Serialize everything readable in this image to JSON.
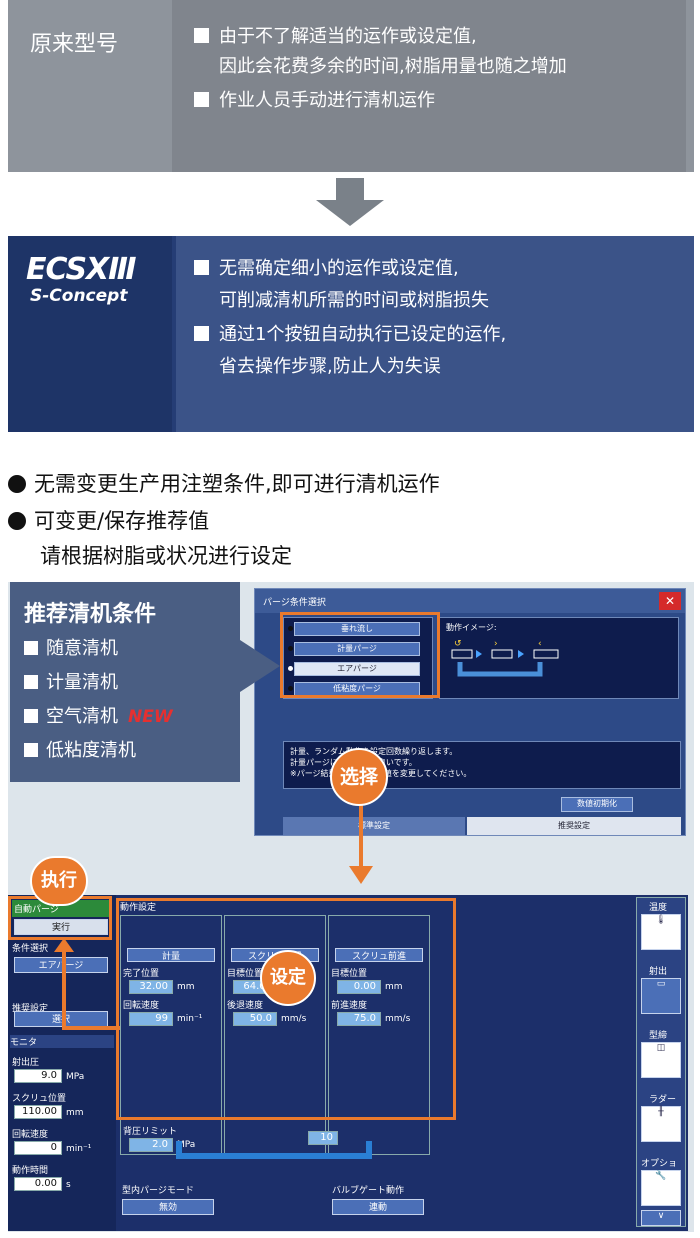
{
  "old": {
    "label": "原来型号",
    "items": [
      "由于不了解适当的运作或设定值,",
      "因此会花费多余的时间,树脂用量也随之增加",
      "作业人员手动进行清机运作"
    ]
  },
  "new": {
    "logo": "ECSXⅢ",
    "logo_sub": "S-Concept",
    "items": [
      "无需确定细小的运作或设定值,",
      "可削减清机所需的时间或树脂损失",
      "通过1个按钮自动执行已设定的运作,",
      "省去操作步骤,防止人为失误"
    ]
  },
  "bullets": [
    "无需变更生产用注塑条件,即可进行清机运作",
    "可变更/保存推荐值",
    "请根据树脂或状况进行设定"
  ],
  "rec": {
    "title": "推荐清机条件",
    "items": [
      "随意清机",
      "计量清机",
      "空气清机",
      "低粘度清机"
    ],
    "new_tag": "NEW"
  },
  "dialog": {
    "title": "パージ条件選択",
    "buttons": [
      "垂れ流し",
      "計量パージ",
      "エアパージ",
      "低粘度パージ"
    ],
    "image_label": "動作イメージ:",
    "desc": [
      "計量、ランダム動作を設定回数繰り返します。",
      "計量パージに比べ効率が良いです。",
      "※パージ結果によって設定値を変更してください。"
    ],
    "reset": "数値初期化",
    "tabs": [
      "標準設定",
      "推奨設定"
    ]
  },
  "badges": {
    "select": "选择",
    "exec": "执行",
    "set": "设定"
  },
  "machine": {
    "auto_title": "自動パージ",
    "exec_btn": "実行",
    "cond_title": "条件選択",
    "cond_btn": "エアパージ",
    "rec_title": "推奨設定",
    "rec_btn": "選択",
    "mon_title": "モニタ",
    "mon": [
      {
        "l": "射出圧",
        "v": "9.0",
        "u": "MPa"
      },
      {
        "l": "スクリュ位置",
        "v": "110.00",
        "u": "mm"
      },
      {
        "l": "回転速度",
        "v": "0",
        "u": "min⁻¹"
      },
      {
        "l": "動作時間",
        "v": "0.00",
        "u": "s"
      }
    ],
    "op_title": "動作設定",
    "cols": [
      {
        "name": "計量",
        "l1": "完了位置",
        "v1": "32.00",
        "u1": "mm",
        "l2": "回転速度",
        "v2": "99",
        "u2": "min⁻¹"
      },
      {
        "name": "スクリュ後退",
        "l1": "目標位置",
        "v1": "64.00",
        "u1": "",
        "l2": "後退速度",
        "v2": "50.0",
        "u2": "mm/s"
      },
      {
        "name": "スクリュ前進",
        "l1": "目標位置",
        "v1": "0.00",
        "u1": "mm",
        "l2": "前進速度",
        "v2": "75.0",
        "u2": "mm/s"
      }
    ],
    "back_label": "背圧リミット",
    "back_val": "2.0",
    "back_unit": "MPa",
    "repeat": "10",
    "mold_label": "型内パージモード",
    "mold_btn": "無効",
    "valve_label": "バルブゲート動作",
    "valve_btn": "連動",
    "side": [
      "温度",
      "射出",
      "型締",
      "ラダー",
      "オプション"
    ]
  }
}
